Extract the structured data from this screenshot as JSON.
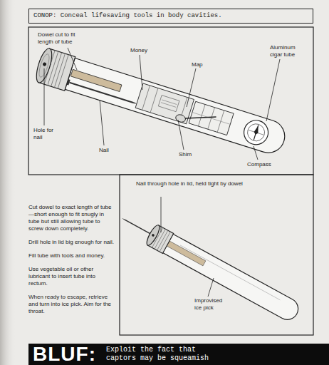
{
  "diagram": {
    "nodes": [
      {
        "text": [
          "CONOP: Conceal lifesaving tools in body cavities."
        ]
      },
      {
        "text": [
          "BLUF:",
          "Exploit the fact that captors may be squeamish"
        ]
      }
    ],
    "labels": [
      "Dowel cut to fit length of tube",
      "Money",
      "Map",
      "Aluminum cigar tube",
      "Hole for nail",
      "Nail",
      "Shim",
      "Compass",
      "Cut dowel to exact length of tube—short enough to fit snugly in tube but still allowing tube to screw down completely.",
      "Drill hole in lid big enough for nail.",
      "Fill tube with tools and money.",
      "Use vegetable oil or other lubricant to insert tube into rectum.",
      "When ready to escape, retrieve and turn into ice pick. Aim for the throat.",
      "Nail through hole in lid, held tight by dowel",
      "Improvised ice pick"
    ]
  }
}
